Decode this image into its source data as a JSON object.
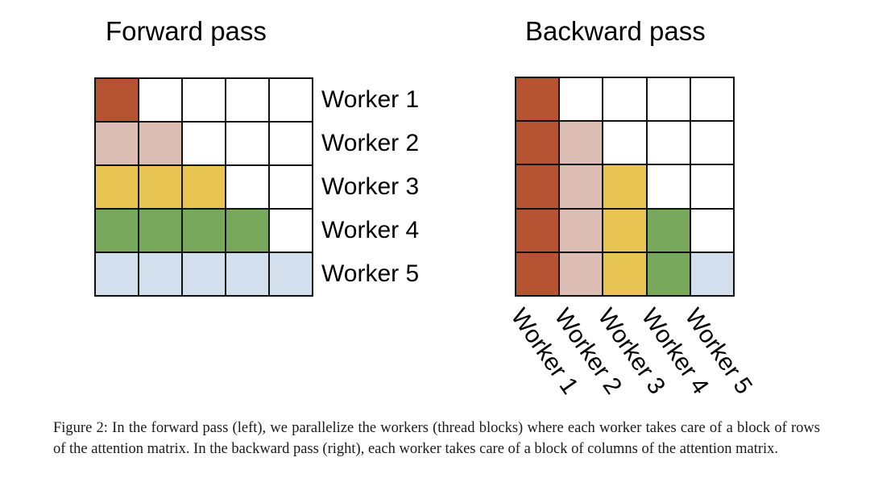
{
  "figure": {
    "panels": [
      {
        "id": "forward",
        "title": "Forward pass",
        "axis_orientation": "rows",
        "row_labels": [
          "Worker 1",
          "Worker 2",
          "Worker 3",
          "Worker 4",
          "Worker 5"
        ]
      },
      {
        "id": "backward",
        "title": "Backward pass",
        "axis_orientation": "columns",
        "col_labels": [
          "Worker 1",
          "Worker 2",
          "Worker 3",
          "Worker 4",
          "Worker 5"
        ]
      }
    ],
    "caption": "Figure 2: In the forward pass (left), we parallelize the workers (thread blocks) where each worker takes care of a block of rows of the attention matrix. In the backward pass (right), each worker takes care of a block of columns of the attention matrix."
  },
  "chart_data": {
    "type": "heatmap",
    "title": "Forward pass / Backward pass worker partitioning of the attention matrix",
    "grid_size": [
      5,
      5
    ],
    "legend_position": "none",
    "grid": true,
    "worker_colors": {
      "worker_1": "#b55333",
      "worker_2": "#dcbdb3",
      "worker_3": "#e8c553",
      "worker_4": "#78a85c",
      "worker_5": "#d2e0ee",
      "empty": "#ffffff",
      "border": "#111111"
    },
    "panels": [
      {
        "name": "Forward pass",
        "parallelized_over": "rows",
        "labels": [
          "Worker 1",
          "Worker 2",
          "Worker 3",
          "Worker 4",
          "Worker 5"
        ],
        "label_side": "right",
        "label_rotation_deg": 0,
        "cells": [
          [
            "worker_1",
            "empty",
            "empty",
            "empty",
            "empty"
          ],
          [
            "worker_2",
            "worker_2",
            "empty",
            "empty",
            "empty"
          ],
          [
            "worker_3",
            "worker_3",
            "worker_3",
            "empty",
            "empty"
          ],
          [
            "worker_4",
            "worker_4",
            "worker_4",
            "worker_4",
            "empty"
          ],
          [
            "worker_5",
            "worker_5",
            "worker_5",
            "worker_5",
            "worker_5"
          ]
        ]
      },
      {
        "name": "Backward pass",
        "parallelized_over": "columns",
        "labels": [
          "Worker 1",
          "Worker 2",
          "Worker 3",
          "Worker 4",
          "Worker 5"
        ],
        "label_side": "bottom",
        "label_rotation_deg": 55,
        "cells": [
          [
            "worker_1",
            "empty",
            "empty",
            "empty",
            "empty"
          ],
          [
            "worker_1",
            "worker_2",
            "empty",
            "empty",
            "empty"
          ],
          [
            "worker_1",
            "worker_2",
            "worker_3",
            "empty",
            "empty"
          ],
          [
            "worker_1",
            "worker_2",
            "worker_3",
            "worker_4",
            "empty"
          ],
          [
            "worker_1",
            "worker_2",
            "worker_3",
            "worker_4",
            "worker_5"
          ]
        ]
      }
    ]
  }
}
